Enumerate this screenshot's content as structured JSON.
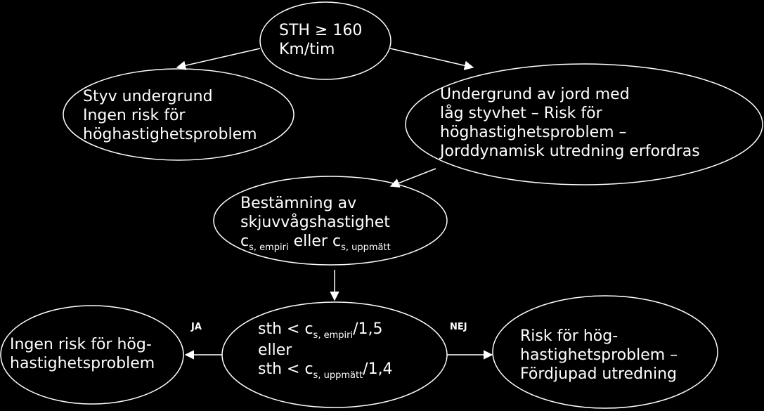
{
  "colors": {
    "background": "#000000",
    "stroke": "#ffffff",
    "text": "#ffffff"
  },
  "nodes": {
    "sth": {
      "line1": "STH ≥ 160",
      "line2": "Km/tim"
    },
    "styv": {
      "line1": "Styv undergrund",
      "line2": "Ingen risk för",
      "line3": "höghastighetsproblem"
    },
    "undergrund": {
      "line1": "Undergrund av jord med",
      "line2": "låg styvhet – Risk för",
      "line3": "höghastighetsproblem –",
      "line4": "Jorddynamisk utredning erfordras"
    },
    "bestamning": {
      "line1": "Bestämning av",
      "line2": "skjuvvågshastighet",
      "line3": {
        "c1": "c",
        "s1": "s, empiri",
        "mid": " eller c",
        "s2": "s, uppmätt"
      }
    },
    "condition": {
      "line1": {
        "pre": "sth < c",
        "sub": "s, empiri",
        "post": "/1,5"
      },
      "line2": "eller",
      "line3": {
        "pre": "sth < c",
        "sub": "s, uppmätt",
        "post": "/1,4"
      }
    },
    "ingen": {
      "line1": "Ingen risk för hög-",
      "line2": "hastighetsproblem"
    },
    "risk": {
      "line1": "Risk för hög-",
      "line2": "hastighetsproblem –",
      "line3": "Fördjupad utredning"
    }
  },
  "edges": {
    "ja": "JA",
    "nej": "NEJ"
  }
}
